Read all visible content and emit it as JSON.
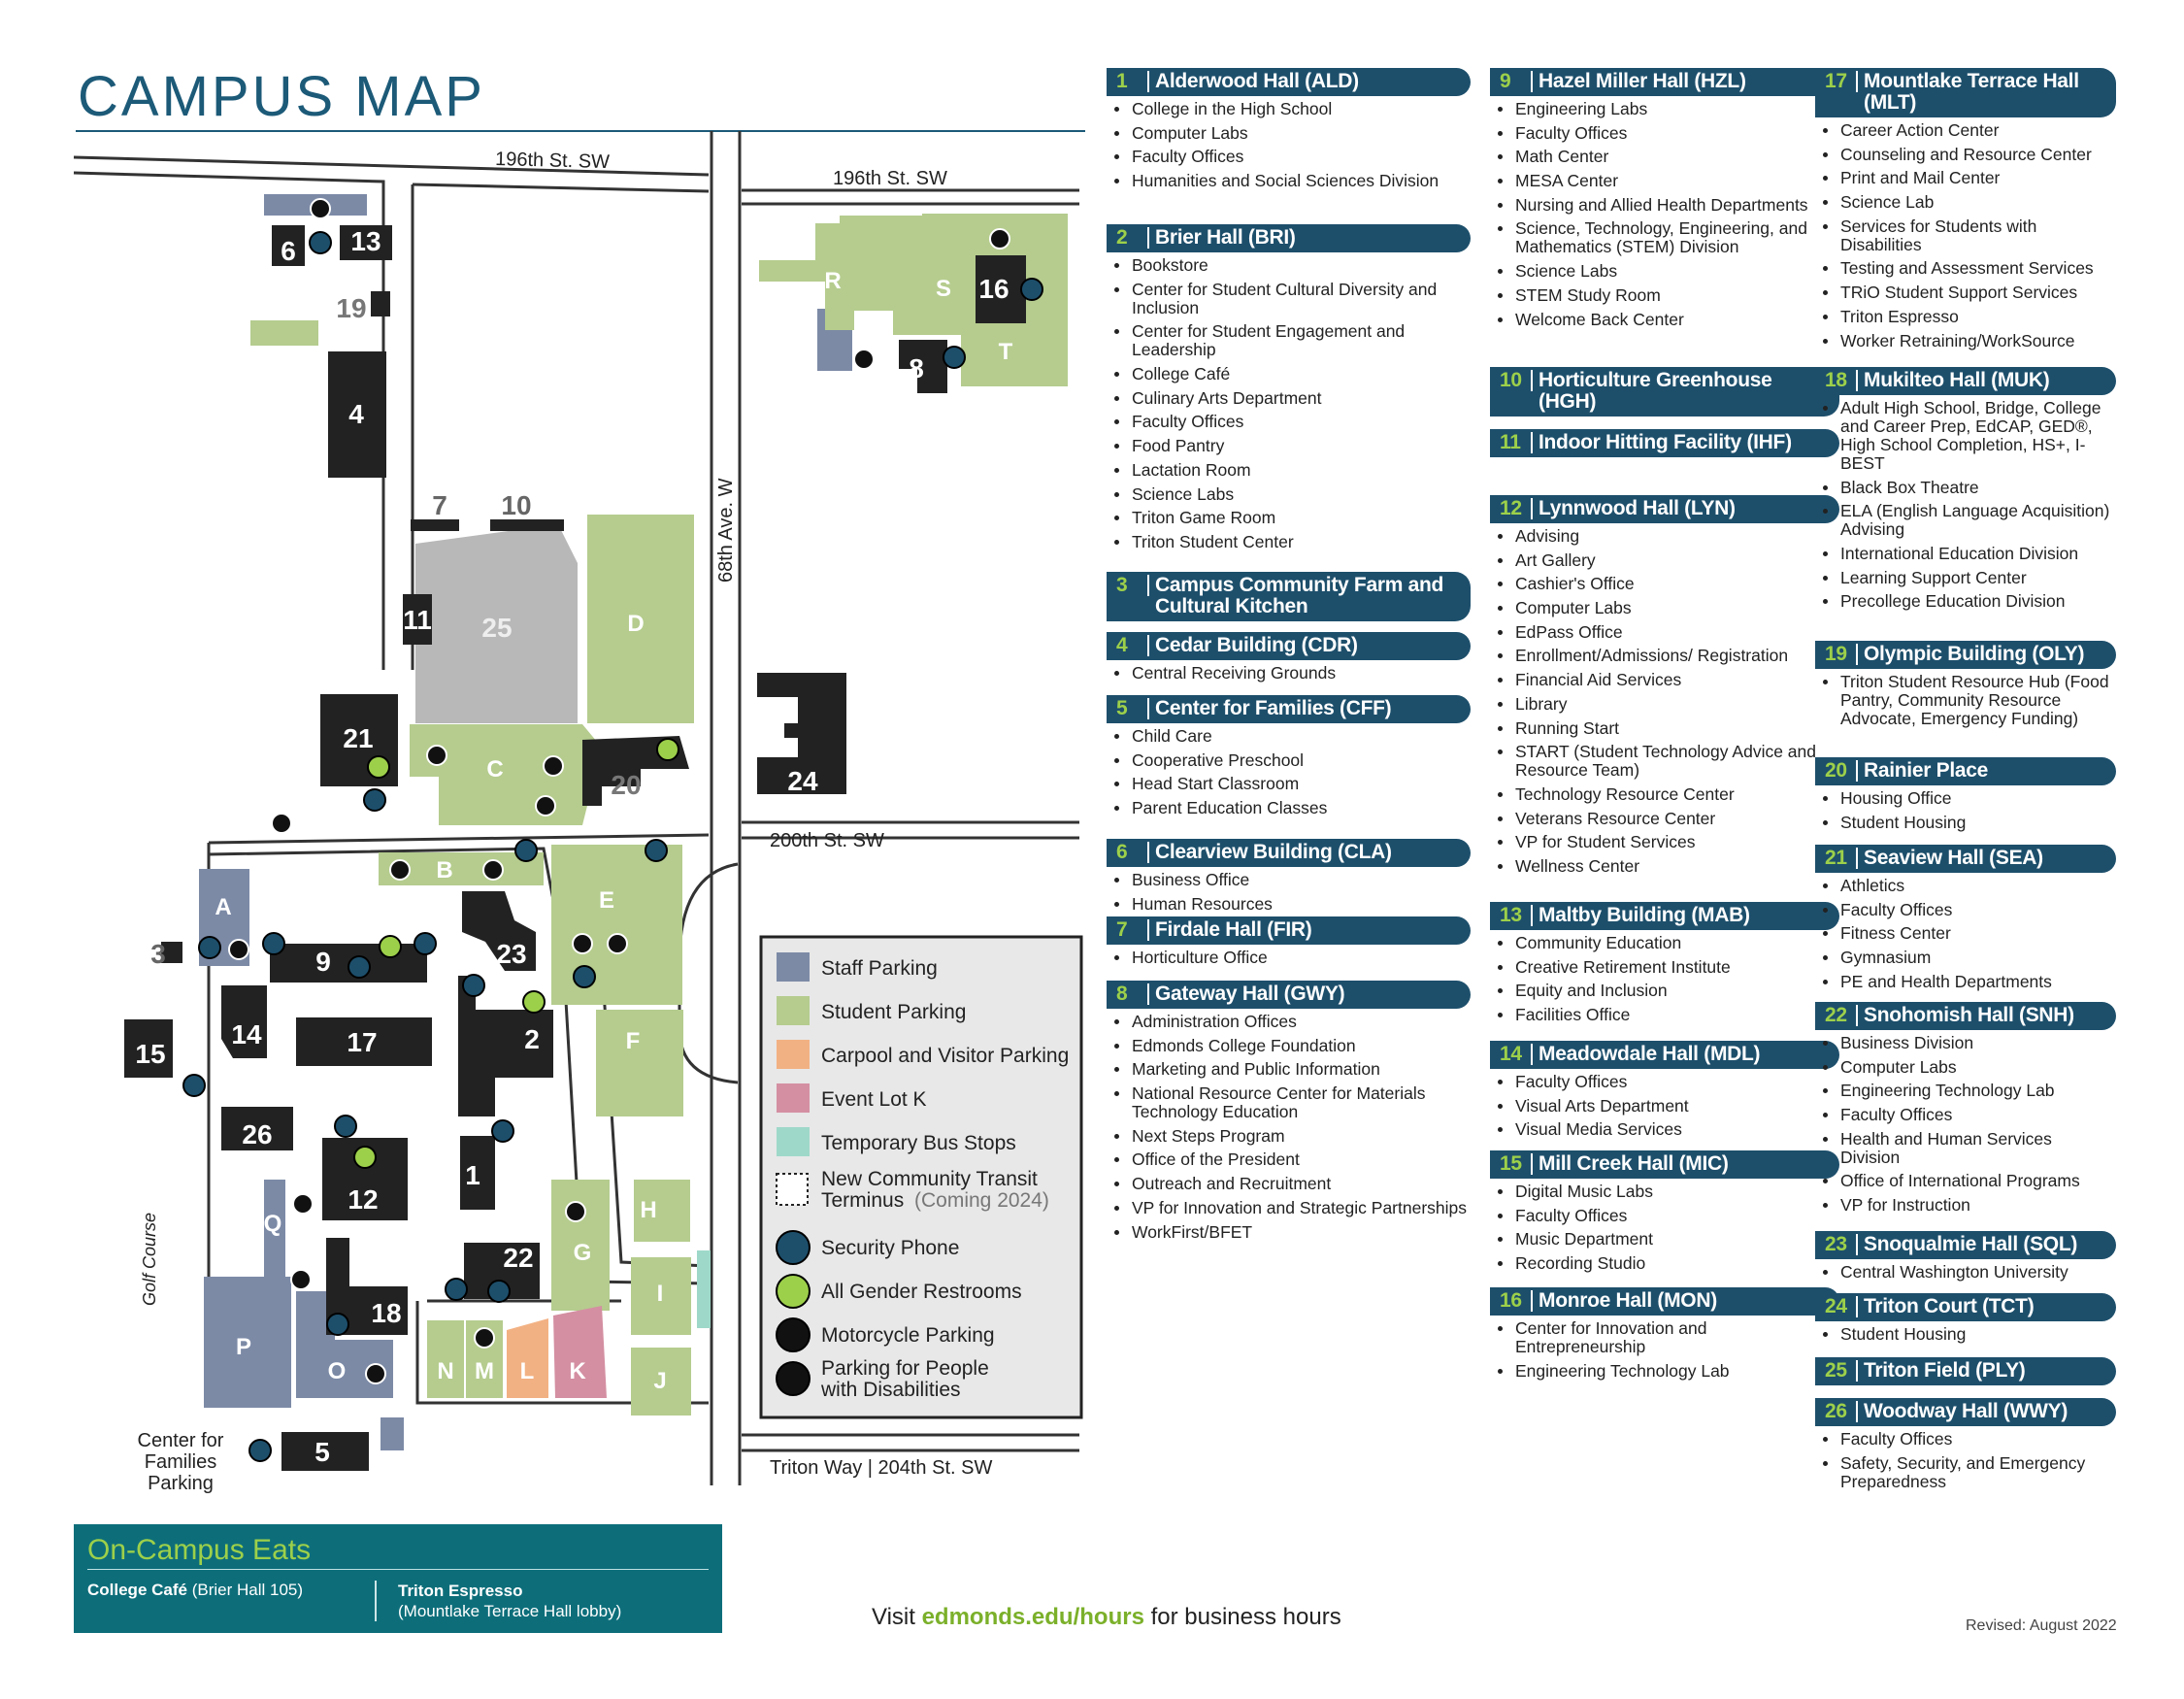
{
  "title": "CAMPUS MAP",
  "streets": {
    "s196_left": "196th St. SW",
    "s196_right": "196th St. SW",
    "ave68": "68th Ave. W",
    "s200": "200th St. SW",
    "triton_way": "Triton Way | 204th St. SW",
    "golf": "Golf Course",
    "cff_parking": [
      "Center for",
      "Families",
      "Parking"
    ]
  },
  "lots": [
    "A",
    "B",
    "C",
    "D",
    "E",
    "F",
    "G",
    "H",
    "I",
    "J",
    "K",
    "L",
    "M",
    "N",
    "O",
    "P",
    "Q",
    "R",
    "S",
    "T"
  ],
  "building_numbers": [
    "1",
    "2",
    "3",
    "4",
    "5",
    "6",
    "7",
    "8",
    "9",
    "10",
    "11",
    "12",
    "13",
    "14",
    "15",
    "16",
    "17",
    "18",
    "19",
    "20",
    "21",
    "22",
    "23",
    "24",
    "25",
    "26"
  ],
  "legend": {
    "items": [
      {
        "label": "Staff Parking",
        "color": "#7c8aa6"
      },
      {
        "label": "Student Parking",
        "color": "#b5cc8e"
      },
      {
        "label": "Carpool and Visitor Parking",
        "color": "#f2b183"
      },
      {
        "label": "Event Lot K",
        "color": "#d48fa2"
      },
      {
        "label": "Temporary Bus Stops",
        "color": "#9ed8c8"
      },
      {
        "label": "New Community Transit",
        "label2": "Terminus",
        "label3": "(Coming 2024)",
        "icon": "dashed-box"
      },
      {
        "label": "Security Phone",
        "icon": "phone"
      },
      {
        "label": "All Gender Restrooms",
        "icon": "restroom"
      },
      {
        "label": "Motorcycle Parking",
        "icon": "motorcycle"
      },
      {
        "label": "Parking for People",
        "label2": "with Disabilities",
        "icon": "accessible"
      }
    ]
  },
  "buildings": [
    {
      "num": "1",
      "name": "Alderwood Hall (ALD)",
      "items": [
        "College in the High School",
        "Computer Labs",
        "Faculty Offices",
        "Humanities and Social Sciences Division"
      ]
    },
    {
      "num": "2",
      "name": "Brier Hall (BRI)",
      "items": [
        "Bookstore",
        "Center for Student Cultural Diversity and Inclusion",
        "Center for Student Engagement and Leadership",
        "College Café",
        "Culinary Arts Department",
        "Faculty Offices",
        "Food Pantry",
        "Lactation Room",
        "Science Labs",
        "Triton Game Room",
        "Triton Student Center"
      ]
    },
    {
      "num": "3",
      "name": "Campus Community Farm and Cultural Kitchen",
      "items": []
    },
    {
      "num": "4",
      "name": "Cedar Building (CDR)",
      "items": [
        "Central Receiving Grounds"
      ]
    },
    {
      "num": "5",
      "name": "Center for Families (CFF)",
      "items": [
        "Child Care",
        "Cooperative Preschool",
        "Head Start Classroom",
        "Parent Education Classes"
      ]
    },
    {
      "num": "6",
      "name": "Clearview Building (CLA)",
      "items": [
        "Business Office",
        "Human Resources"
      ]
    },
    {
      "num": "7",
      "name": "Firdale Hall (FIR)",
      "items": [
        "Horticulture Office"
      ]
    },
    {
      "num": "8",
      "name": "Gateway Hall (GWY)",
      "items": [
        "Administration Offices",
        "Edmonds College Foundation",
        "Marketing and Public Information",
        "National Resource Center for Materials Technology Education",
        "Next Steps Program",
        "Office of the President",
        "Outreach and Recruitment",
        "VP for Innovation and Strategic Partnerships",
        "WorkFirst/BFET"
      ]
    },
    {
      "num": "9",
      "name": "Hazel Miller Hall (HZL)",
      "items": [
        "Engineering Labs",
        "Faculty Offices",
        "Math Center",
        "MESA Center",
        "Nursing and Allied Health Departments",
        "Science, Technology, Engineering, and Mathematics (STEM) Division",
        "Science Labs",
        "STEM Study Room",
        "Welcome Back Center"
      ]
    },
    {
      "num": "10",
      "name": "Horticulture Greenhouse (HGH)",
      "items": []
    },
    {
      "num": "11",
      "name": "Indoor Hitting Facility (IHF)",
      "items": []
    },
    {
      "num": "12",
      "name": "Lynnwood Hall (LYN)",
      "items": [
        "Advising",
        "Art Gallery",
        "Cashier's Office",
        "Computer Labs",
        "EdPass Office",
        "Enrollment/Admissions/ Registration",
        "Financial Aid Services",
        "Library",
        "Running Start",
        "START (Student Technology Advice and Resource Team)",
        "Technology Resource Center",
        "Veterans Resource Center",
        "VP for Student Services",
        "Wellness Center"
      ]
    },
    {
      "num": "13",
      "name": "Maltby Building (MAB)",
      "items": [
        "Community Education",
        "Creative Retirement Institute",
        "Equity and Inclusion",
        "Facilities Office"
      ]
    },
    {
      "num": "14",
      "name": "Meadowdale Hall (MDL)",
      "items": [
        "Faculty Offices",
        "Visual Arts Department",
        "Visual Media Services"
      ]
    },
    {
      "num": "15",
      "name": "Mill Creek Hall (MIC)",
      "items": [
        "Digital Music Labs",
        "Faculty Offices",
        "Music Department",
        "Recording Studio"
      ]
    },
    {
      "num": "16",
      "name": "Monroe Hall (MON)",
      "items": [
        "Center for Innovation and Entrepreneurship",
        "Engineering Technology Lab"
      ]
    },
    {
      "num": "17",
      "name": "Mountlake Terrace Hall (MLT)",
      "items": [
        "Career Action Center",
        "Counseling and Resource Center",
        "Print and Mail Center",
        "Science Lab",
        "Services for Students with Disabilities",
        "Testing and Assessment Services",
        "TRiO Student Support Services",
        "Triton Espresso",
        "Worker Retraining/WorkSource"
      ]
    },
    {
      "num": "18",
      "name": "Mukilteo Hall (MUK)",
      "items": [
        "Adult High School, Bridge, College and Career Prep, EdCAP, GED®, High School Completion, HS+, I-BEST",
        "Black Box Theatre",
        "ELA (English Language Acquisition) Advising",
        "International Education Division",
        "Learning Support Center",
        "Precollege Education Division"
      ]
    },
    {
      "num": "19",
      "name": "Olympic Building (OLY)",
      "items": [
        "Triton Student Resource Hub (Food Pantry, Community Resource Advocate, Emergency Funding)"
      ]
    },
    {
      "num": "20",
      "name": "Rainier Place",
      "items": [
        "Housing Office",
        "Student Housing"
      ]
    },
    {
      "num": "21",
      "name": "Seaview Hall (SEA)",
      "items": [
        "Athletics",
        "Faculty Offices",
        "Fitness Center",
        "Gymnasium",
        "PE and Health Departments"
      ]
    },
    {
      "num": "22",
      "name": "Snohomish Hall (SNH)",
      "items": [
        "Business Division",
        "Computer Labs",
        "Engineering Technology Lab",
        "Faculty Offices",
        "Health and Human Services Division",
        "Office of International Programs",
        "VP for Instruction"
      ]
    },
    {
      "num": "23",
      "name": "Snoqualmie Hall (SQL)",
      "items": [
        "Central Washington University"
      ]
    },
    {
      "num": "24",
      "name": "Triton Court (TCT)",
      "items": [
        "Student Housing"
      ]
    },
    {
      "num": "25",
      "name": "Triton Field (PLY)",
      "items": []
    },
    {
      "num": "26",
      "name": "Woodway Hall (WWY)",
      "items": [
        "Faculty Offices",
        "Safety, Security, and Emergency Preparedness"
      ]
    }
  ],
  "eats": {
    "title": "On-Campus Eats",
    "left_name": "College Café",
    "left_loc": "(Brier Hall 105)",
    "right_name": "Triton Espresso",
    "right_loc": "(Mountlake Terrace Hall lobby)"
  },
  "visit": {
    "pre": "Visit ",
    "link": "edmonds.edu/hours",
    "post": " for business hours"
  },
  "revised": "Revised: August 2022",
  "colors": {
    "staff": "#7c8aa6",
    "student": "#b5cc8e",
    "carpool": "#f2b183",
    "event": "#d48fa2",
    "bus": "#9ed8c8",
    "building": "#222222",
    "field": "#b8b8b8",
    "header": "#1d4f6b",
    "accent": "#9dd04a",
    "eats": "#0d6e7a"
  }
}
